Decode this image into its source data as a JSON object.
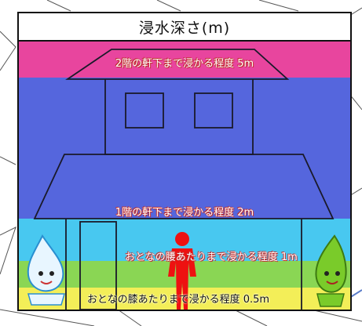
{
  "title": "浸水深さ(m)",
  "levels": [
    {
      "label": "2階の軒下まで浸かる程度 5m",
      "color": "#e8459e"
    },
    {
      "label": "1階の軒下まで浸かる程度 2m",
      "color": "#5566dd"
    },
    {
      "label": "おとなの腰あたりまで浸かる程度 1m",
      "color": "#48c8f0"
    },
    {
      "label": "おとなの膝あたりまで浸かる程度 0.5m",
      "color": "#8ad654"
    },
    {
      "label": "",
      "color": "#f3ee58"
    }
  ],
  "icons": [
    "water-drop-mascot-icon",
    "leaf-mascot-icon",
    "person-icon",
    "house-outline-icon"
  ]
}
